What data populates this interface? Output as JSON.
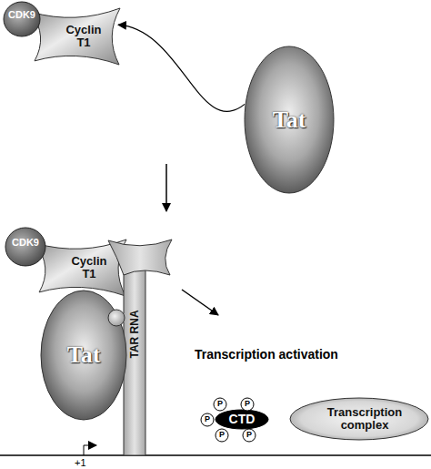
{
  "diagram": {
    "nodes": [
      {
        "text": [
          "CDK9"
        ]
      },
      {
        "text": [
          "Cyclin T1"
        ]
      },
      {
        "text": [
          "Tat"
        ]
      },
      {
        "text": [
          "CDK9"
        ]
      },
      {
        "text": [
          "Cyclin T1"
        ]
      },
      {
        "text": [
          "TAR RNA"
        ]
      },
      {
        "text": [
          "Tat"
        ]
      },
      {
        "text": [
          "CTD"
        ]
      },
      {
        "text": [
          "P"
        ]
      },
      {
        "text": [
          "P"
        ]
      },
      {
        "text": [
          "P"
        ]
      },
      {
        "text": [
          "P"
        ]
      },
      {
        "text": [
          "P"
        ]
      },
      {
        "text": [
          "Transcription complex"
        ]
      }
    ],
    "edges": [
      {
        "from": 2,
        "to": 1,
        "arrow": "to"
      }
    ],
    "labels": [
      "Transcription activation",
      "+1"
    ]
  }
}
